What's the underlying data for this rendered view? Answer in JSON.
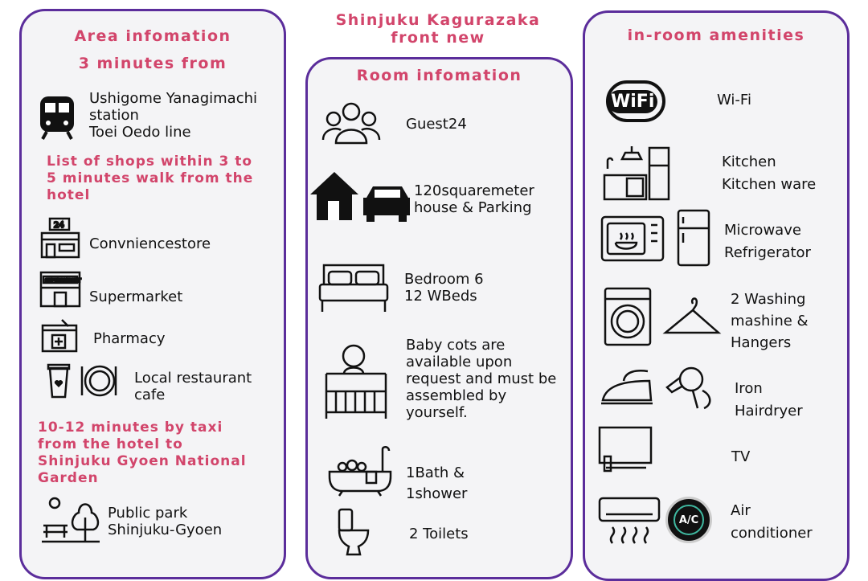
{
  "title": {
    "line1": "Shinjuku Kagurazaka",
    "line2": "front new"
  },
  "area": {
    "heading": "Area infomation",
    "subheading": "3 minutes from",
    "station": "Ushigome Yanagimachi\nstation\nToei Oedo line",
    "shops_heading": "List of shops within 3 to\n5 minutes walk from the\nhotel",
    "shops": [
      "Convniencestore",
      "Supermarket",
      "Pharmacy",
      "Local restaurant\ncafe"
    ],
    "taxi_heading": "10-12 minutes by taxi\nfrom the hotel to\nShinjuku Gyoen National\nGarden",
    "park": "Public park\nShinjuku-Gyoen",
    "store_sign": "24",
    "supermarket_sign": "SUPERMARKET"
  },
  "room": {
    "heading": "Room infomation",
    "items": [
      "Guest24",
      "120squaremeter\nhouse & Parking",
      "Bedroom 6\n12 WBeds",
      "Baby cots are\navailable upon\nrequest and must be\nassembled by\nyourself.",
      "1Bath &\n1shower",
      "2 Toilets"
    ]
  },
  "amenities": {
    "heading": "in-room amenities",
    "wifi_logo": "WiFi",
    "ac_logo": "A/C",
    "items": [
      "Wi-Fi",
      "Kitchen\nKitchen ware",
      "Microwave\nRefrigerator",
      "2 Washing\nmashine &\nHangers",
      "Iron\nHairdryer",
      "TV",
      "Air\nconditioner"
    ]
  },
  "colors": {
    "accent": "#d2456b",
    "border": "#5b2d9b",
    "panel": "#f4f4f6"
  }
}
